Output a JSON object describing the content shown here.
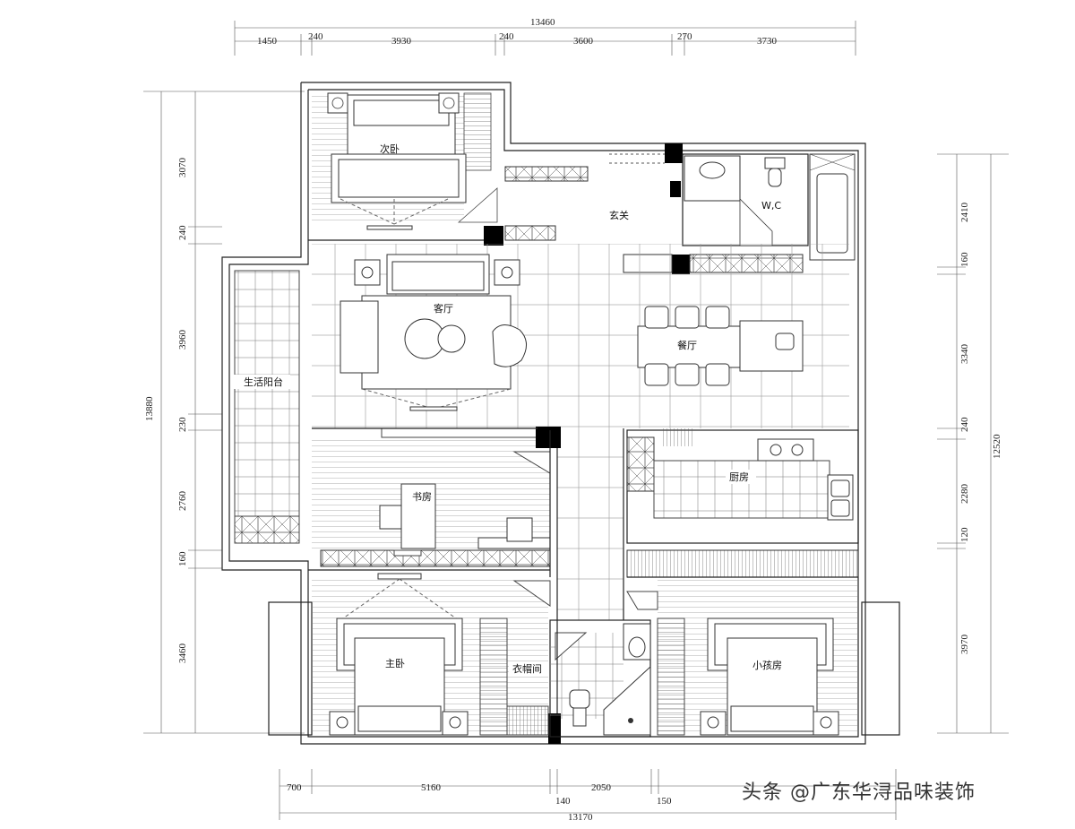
{
  "dimensions": {
    "top_total": "13460",
    "top_segments": [
      "1450",
      "240",
      "3930",
      "240",
      "3600",
      "270",
      "3730"
    ],
    "left_total": "13880",
    "left_segments": [
      "3070",
      "240",
      "3960",
      "230",
      "2760",
      "160",
      "3460"
    ],
    "right_total": "12520",
    "right_segments": [
      "2410",
      "160",
      "3340",
      "240",
      "2280",
      "120",
      "3970"
    ],
    "bottom_total": "13170",
    "bottom_segments": [
      "700",
      "5160",
      "140",
      "2050",
      "150"
    ]
  },
  "rooms": {
    "second_bedroom": "次卧",
    "foyer": "玄关",
    "wc": "W,C",
    "living_room": "客厅",
    "dining_room": "餐厅",
    "balcony": "生活阳台",
    "study": "书房",
    "kitchen": "厨房",
    "master_bedroom": "主卧",
    "cloakroom": "衣帽间",
    "kids_room": "小孩房"
  },
  "watermark": "头条 @广东华浔品味装饰",
  "colors": {
    "line": "#222222",
    "wall_fill": "#000000",
    "background": "#ffffff"
  }
}
